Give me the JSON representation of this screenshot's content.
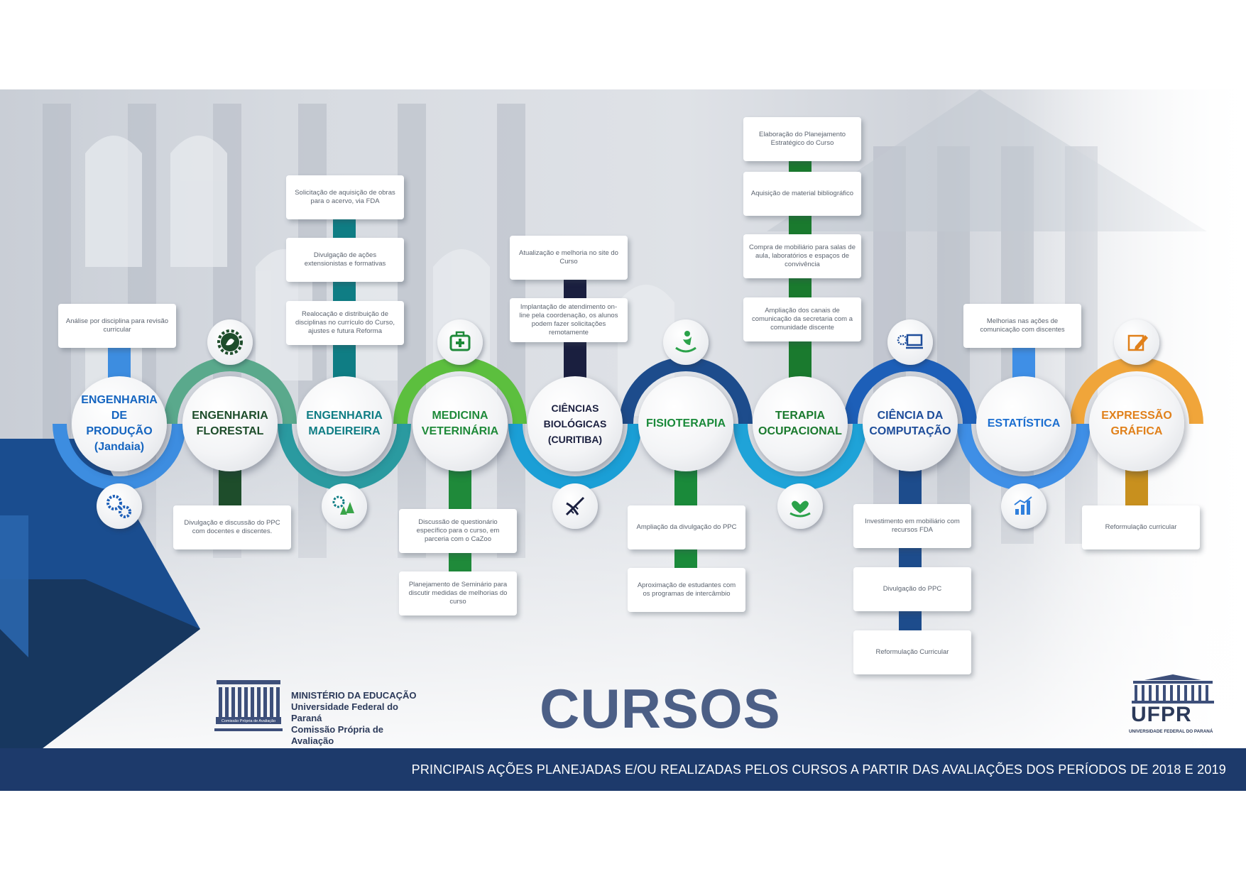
{
  "header": {
    "title": "CURSOS",
    "footer": "PRINCIPAIS AÇÕES PLANEJADAS E/OU REALIZADAS PELOS CURSOS A PARTIR DAS AVALIAÇÕES DOS PERÍODOS DE 2018 E 2019"
  },
  "logos": {
    "cpa": {
      "line1": "MINISTÉRIO DA EDUCAÇÃO",
      "line2": "Universidade Federal do Paraná",
      "line3": "Comissão Própria de Avaliação",
      "emblem_caption": "Comissão Própria de Avaliação"
    },
    "ufpr": {
      "word": "UFPR",
      "subtitle": "UNIVERSIDADE FEDERAL DO PARANÁ"
    }
  },
  "courses": [
    {
      "name": "ENGENHARIA DE PRODUÇÃO (Jandaia)",
      "line1": "ENGENHARIA DE",
      "line2": "PRODUÇÃO",
      "line3": "(Jandaia)",
      "color": "#1565c0",
      "ring_color": "#3d8de0",
      "icon": "gears-icon",
      "icon_side": "bottom",
      "actions_top": [
        "Análise por disciplina para revisão curricular"
      ],
      "actions_bottom": []
    },
    {
      "name": "ENGENHARIA FLORESTAL",
      "line1": "ENGENHARIA",
      "line2": "FLORESTAL",
      "line3": "",
      "color": "#1e4d2b",
      "ring_color": "#5aa98c",
      "icon": "gear-leaf-icon",
      "icon_side": "top",
      "actions_top": [],
      "actions_bottom": [
        "Divulgação e discussão do PPC com docentes e discentes."
      ]
    },
    {
      "name": "ENGENHARIA MADEIREIRA",
      "line1": "ENGENHARIA",
      "line2": "MADEIREIRA",
      "line3": "",
      "color": "#0f7d84",
      "ring_color": "#2a9aa0",
      "icon": "gear-trees-icon",
      "icon_side": "bottom",
      "actions_top": [
        "Solicitação de aquisição de obras para o acervo, via FDA",
        "Divulgação de ações extensionistas e formativas",
        "Realocação e distribuição de disciplinas no currículo do Curso, ajustes e futura Reforma"
      ],
      "actions_bottom": []
    },
    {
      "name": "MEDICINA VETERINÁRIA",
      "line1": "MEDICINA",
      "line2": "VETERINÁRIA",
      "line3": "",
      "color": "#1f8a3a",
      "ring_color": "#5cbf3e",
      "icon": "medical-kit-icon",
      "icon_side": "top",
      "actions_top": [],
      "actions_bottom": [
        "Discussão de questionário específico para o curso, em parceria com o CaZoo",
        "Planejamento de Seminário para discutir medidas de melhorias do curso"
      ]
    },
    {
      "name": "CIÊNCIAS BIOLÓGICAS (CURITIBA)",
      "line1": "CIÊNCIAS BIOLÓGICAS",
      "line2": "(CURITIBA)",
      "line3": "",
      "color": "#1a1f3f",
      "ring_color": "#1b9fd6",
      "icon": "dna-icon",
      "icon_side": "bottom",
      "actions_top": [
        "Atualização e melhoria no site do Curso",
        "Implantação de atendimento on-line pela coordenação, os alunos podem fazer solicitações remotamente"
      ],
      "actions_bottom": []
    },
    {
      "name": "FISIOTERAPIA",
      "line1": "FISIOTERAPIA",
      "line2": "",
      "line3": "",
      "color": "#1a8a3a",
      "ring_color": "#1d4c8c",
      "icon": "figure-hands-icon",
      "icon_side": "top",
      "actions_top": [],
      "actions_bottom": [
        "Ampliação da divulgação do PPC",
        "Aproximação de estudantes com os programas de intercâmbio"
      ]
    },
    {
      "name": "TERAPIA OCUPACIONAL",
      "line1": "TERAPIA",
      "line2": "OCUPACIONAL",
      "line3": "",
      "color": "#1a7a2e",
      "ring_color": "#1fa3d8",
      "icon": "hand-heart-icon",
      "icon_side": "bottom",
      "actions_top": [
        "Elaboração do Planejamento Estratégico do Curso",
        "Aquisição de material bibliográfico",
        "Compra de mobiliário para salas de aula, laboratórios e espaços de convivência",
        "Ampliação dos canais de comunicação da secretaria com a comunidade discente"
      ],
      "actions_bottom": []
    },
    {
      "name": "CIÊNCIA DA COMPUTAÇÃO",
      "line1": "CIÊNCIA DA",
      "line2": "COMPUTAÇÃO",
      "line3": "",
      "color": "#1e4d9a",
      "ring_color": "#1d5fb8",
      "icon": "computer-gear-icon",
      "icon_side": "top",
      "actions_top": [],
      "actions_bottom": [
        "Investimento em mobiliário com recursos FDA",
        "Divulgação do PPC",
        "Reformulação Curricular"
      ]
    },
    {
      "name": "ESTATÍSTICA",
      "line1": "ESTATÍSTICA",
      "line2": "",
      "line3": "",
      "color": "#1c6fd0",
      "ring_color": "#3f8fe6",
      "icon": "bar-chart-icon",
      "icon_side": "bottom",
      "actions_top": [
        "Melhorias nas ações de comunicação com discentes"
      ],
      "actions_bottom": []
    },
    {
      "name": "EXPRESSÃO GRÁFICA",
      "line1": "EXPRESSÃO",
      "line2": "GRÁFICA",
      "line3": "",
      "color": "#e0801a",
      "ring_color": "#f0a53a",
      "icon": "pencil-note-icon",
      "icon_side": "top",
      "actions_top": [],
      "actions_bottom": [
        "Reformulação curricular"
      ]
    }
  ],
  "stem_colors": [
    "#3d8de0",
    "#1e4d2b",
    "#0f7d84",
    "#1f8a3a",
    "#1a1f3f",
    "#1a8a3a",
    "#1a7a2e",
    "#1d4c8c",
    "#3f8fe6",
    "#c8901e"
  ]
}
